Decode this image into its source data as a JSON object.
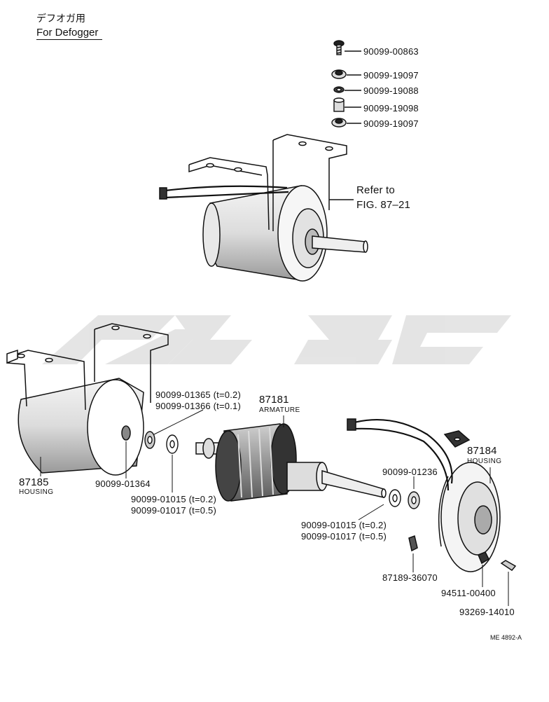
{
  "header": {
    "title_jp": "デフオガ用",
    "title_en": "For Defogger"
  },
  "hardware_stack": [
    {
      "part_no": "90099-00863"
    },
    {
      "part_no": "90099-19097"
    },
    {
      "part_no": "90099-19088"
    },
    {
      "part_no": "90099-19098"
    },
    {
      "part_no": "90099-19097"
    }
  ],
  "reference": {
    "line1": "Refer to",
    "line2": "FIG. 87–21"
  },
  "parts": {
    "housing_left_no": "87185",
    "housing_left_name": "HOUSING",
    "washer_01364": "90099-01364",
    "shim_01365": "90099-01365 (t=0.2)",
    "shim_01366": "90099-01366 (t=0.1)",
    "armature_no": "87181",
    "armature_name": "ARMATURE",
    "washer_01015_left": "90099-01015 (t=0.2)",
    "washer_01017_left": "90099-01017 (t=0.5)",
    "washer_01015_right": "90099-01015 (t=0.2)",
    "washer_01017_right": "90099-01017 (t=0.5)",
    "washer_01236": "90099-01236",
    "housing_right_no": "87184",
    "housing_right_name": "HOUSING",
    "brush_clip": "87189-36070",
    "nut": "94511-00400",
    "screw": "93269-14010"
  },
  "footer": {
    "doc_id": "ME 4892-A"
  }
}
